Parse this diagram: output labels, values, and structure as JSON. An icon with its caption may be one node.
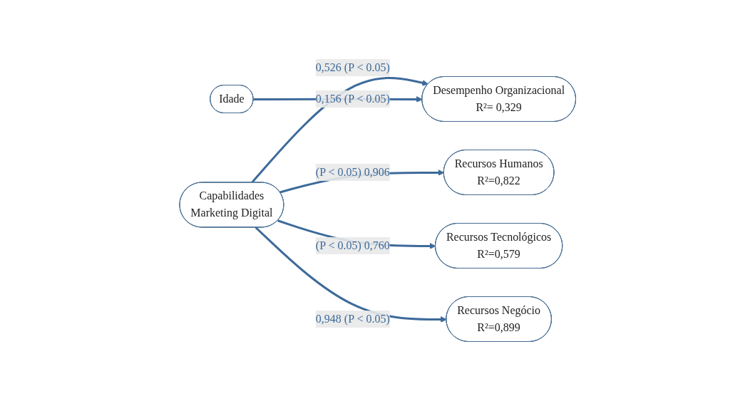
{
  "diagram": {
    "nodes": [
      {
        "text": [
          "Idade"
        ]
      },
      {
        "text": [
          "Recursos Humanos",
          "R²=0,822"
        ]
      },
      {
        "text": [
          "Recursos Tecnológicos",
          "R²=0,579"
        ]
      },
      {
        "text": [
          "Recursos Negócio",
          "R²=0,899"
        ]
      },
      {
        "text": [
          "Capabilidades",
          "Marketing Digital"
        ]
      },
      {
        "text": [
          "Desempenho Organizacional",
          "R²= 0,329"
        ]
      }
    ],
    "edges": [
      {
        "from": 4,
        "to": 1,
        "arrow": "to",
        "label": "(P < 0.05) 0,906"
      },
      {
        "from": 4,
        "to": 2,
        "arrow": "to",
        "label": "(P < 0.05) 0,760"
      },
      {
        "from": 4,
        "to": 3,
        "arrow": "to",
        "label": "0,948 (P < 0.05)"
      },
      {
        "from": 4,
        "to": 5,
        "arrow": "to",
        "label": "0,526 (P < 0.05)"
      },
      {
        "from": 0,
        "to": 5,
        "arrow": "to",
        "label": "0,156 (P < 0.05)"
      }
    ]
  }
}
